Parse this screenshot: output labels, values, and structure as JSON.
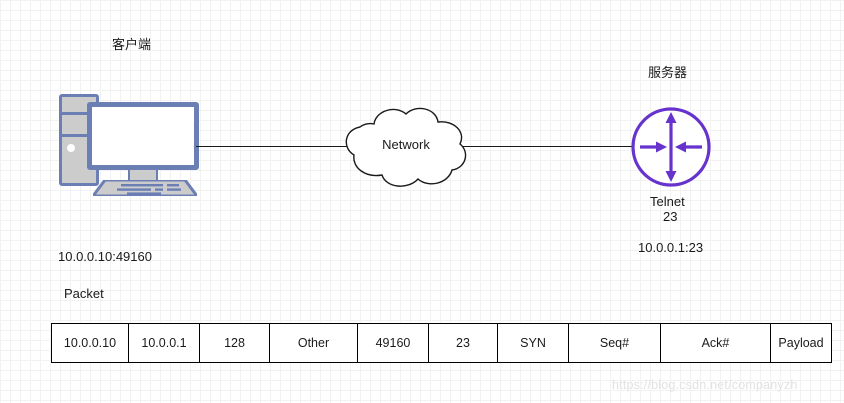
{
  "diagram": {
    "client": {
      "title": "客户端",
      "icon": "desktop-computer-icon",
      "address": "10.0.0.10:49160"
    },
    "network": {
      "label": "Network",
      "icon": "cloud-icon"
    },
    "server": {
      "title": "服务器",
      "icon": "router-icon",
      "service": "Telnet",
      "port": "23",
      "address": "10.0.0.1:23"
    },
    "packet": {
      "caption": "Packet",
      "columns": [
        "10.0.0.10",
        "10.0.0.1",
        "128",
        "Other",
        "49160",
        "23",
        "SYN",
        "Seq#",
        "Ack#",
        "Payload"
      ]
    }
  },
  "watermark": "https://blog.csdn.net/companyzh",
  "colors": {
    "computer_stroke": "#6b7fb5",
    "computer_fill": "#cccccc",
    "router_purple": "#6633cc",
    "line": "#1a1a1a",
    "grid_minor": "#f2f2f2",
    "grid_major": "#dedede"
  }
}
